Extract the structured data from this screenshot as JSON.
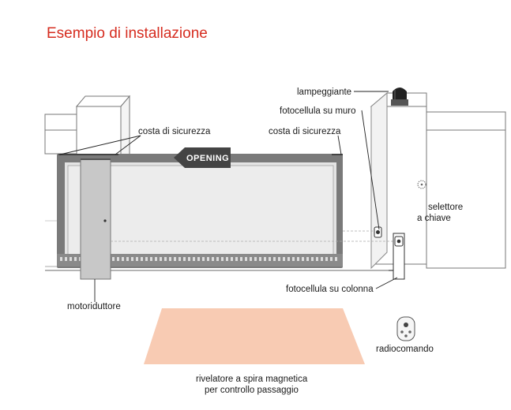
{
  "title": "Esempio di installazione",
  "colors": {
    "title": "#d62d20",
    "gate_frame": "#7a7a7a",
    "gate_panel": "#e4e4e4",
    "motor": "#c8c8c8",
    "loop": "#f8cbb3",
    "opening_arrow": "#444444",
    "lamp": "#222222"
  },
  "icons": [
    "motor-icon",
    "lamp-icon",
    "photocell-icon",
    "key-selector-icon",
    "remote-control-icon",
    "opening-arrow-icon"
  ],
  "labels": {
    "opening": "OPENING",
    "lampeggiante": "lampeggiante",
    "fotocellula_muro": "fotocellula su muro",
    "costa_left": "costa di sicurezza",
    "costa_right": "costa di sicurezza",
    "selettore_line1": "selettore",
    "selettore_line2": "a chiave",
    "fotocellula_colonna": "fotocellula su colonna",
    "motoriduttore": "motoriduttore",
    "radiocomando": "radiocomando",
    "rivelatore_line1": "rivelatore a spira magnetica",
    "rivelatore_line2": "per controllo passaggio"
  }
}
